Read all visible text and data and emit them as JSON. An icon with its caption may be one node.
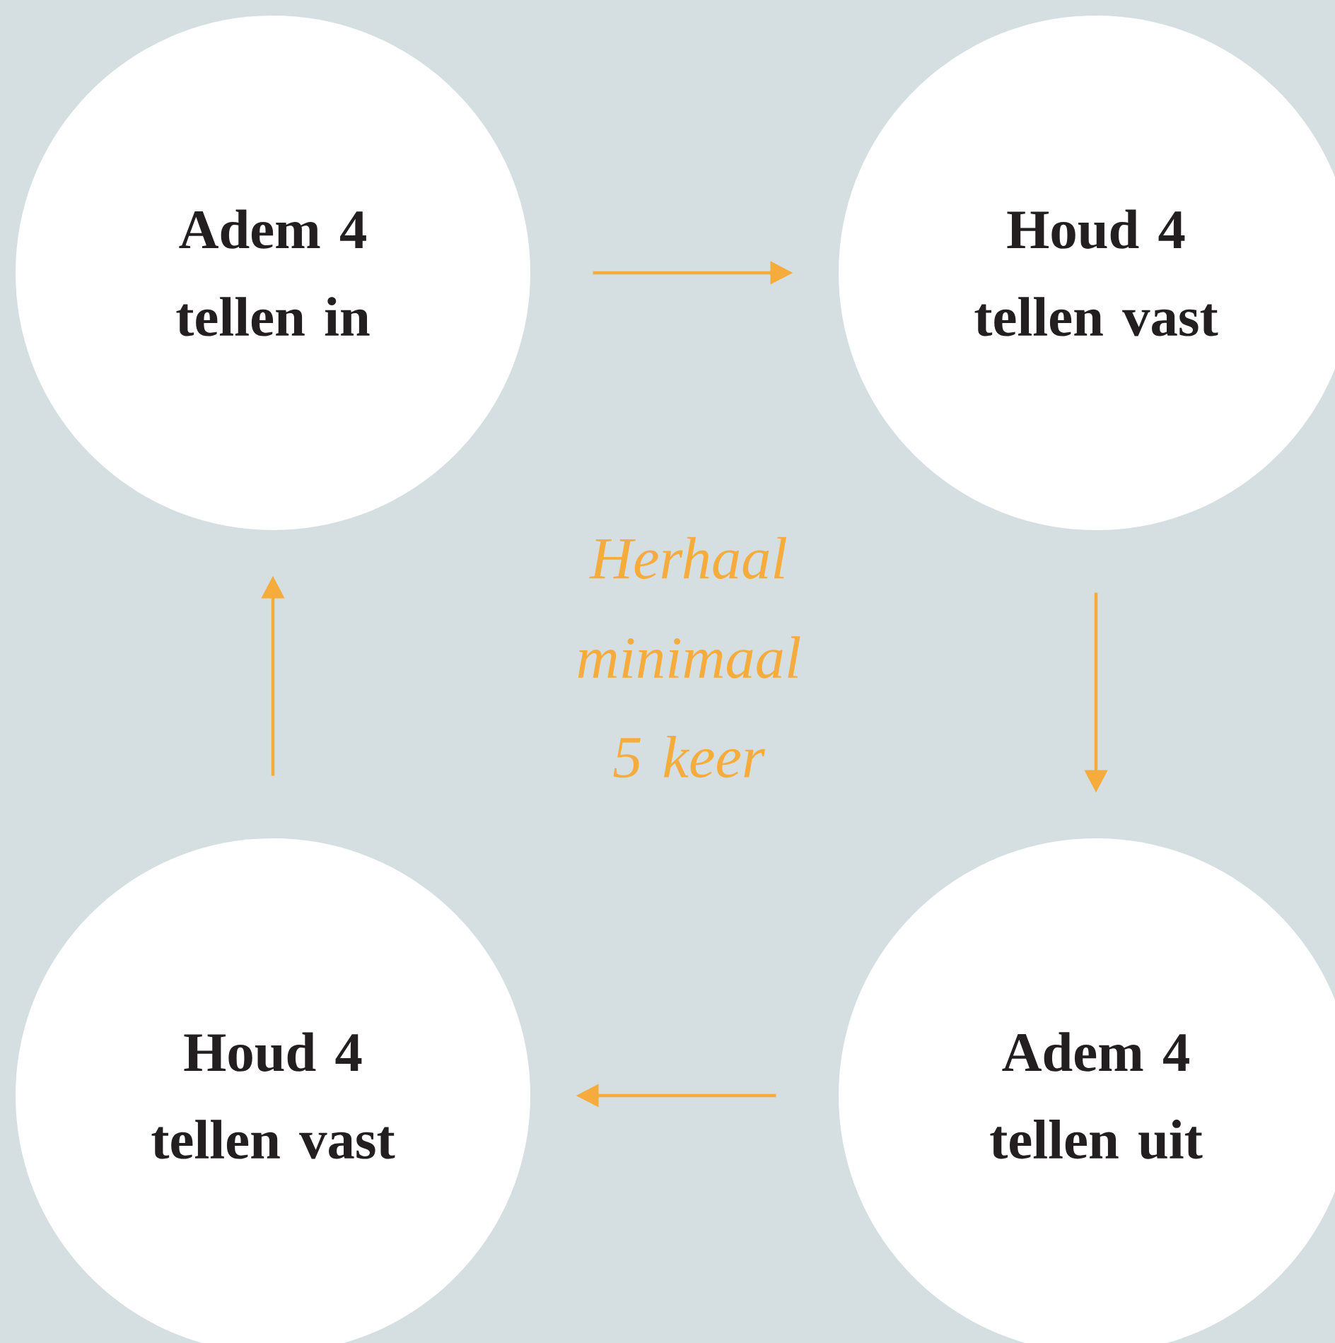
{
  "diagram": {
    "nodes": [
      {
        "text": [
          "Adem 4 tellen in"
        ]
      },
      {
        "text": [
          "Houd 4 tellen vast"
        ]
      },
      {
        "text": [
          "Houd 4 tellen vast"
        ]
      },
      {
        "text": [
          "Adem 4 tellen uit"
        ]
      }
    ],
    "edges": [
      {
        "from": 0,
        "to": 1,
        "arrow": "to"
      },
      {
        "from": 1,
        "to": 3,
        "arrow": "to"
      },
      {
        "from": 3,
        "to": 2,
        "arrow": "to"
      },
      {
        "from": 2,
        "to": 0,
        "arrow": "to"
      }
    ],
    "labels": [
      "Herhaal minimaal 5 keer"
    ]
  }
}
